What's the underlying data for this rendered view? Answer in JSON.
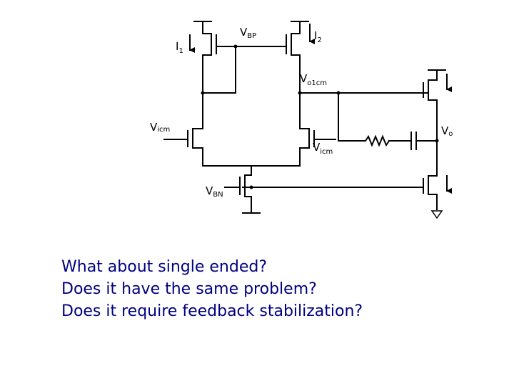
{
  "colors": {
    "wire": "#000000",
    "text": "#000000",
    "question_text": "#000080",
    "background": "#ffffff"
  },
  "labels": {
    "i1": {
      "main": "I",
      "sub": "1"
    },
    "i2": {
      "main": "I",
      "sub": "2"
    },
    "vbp": {
      "main": "V",
      "sub": "BP"
    },
    "vo1cm": {
      "main": "V",
      "sub": "o1cm"
    },
    "vicm_left": {
      "main": "V",
      "sub": "icm"
    },
    "vicm_right": {
      "main": "V",
      "sub": "icm"
    },
    "vo": {
      "main": "V",
      "sub": "o"
    },
    "vbn": {
      "main": "V",
      "sub": "BN"
    }
  },
  "questions": [
    "What about single ended?",
    "Does it have the same problem?",
    "Does it require feedback stabilization?"
  ]
}
